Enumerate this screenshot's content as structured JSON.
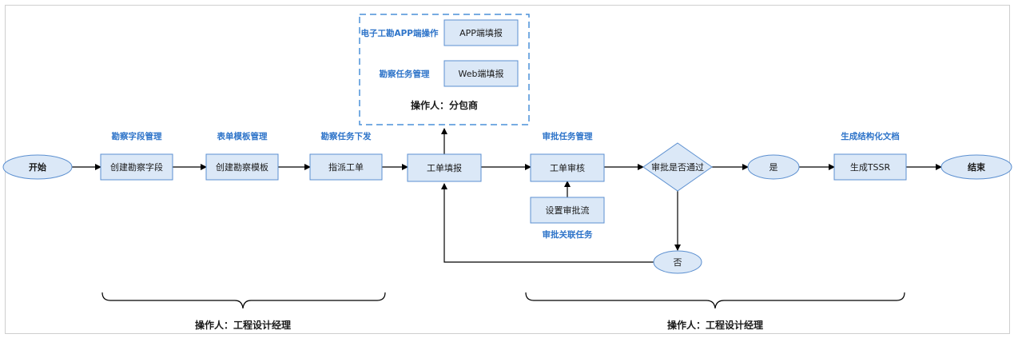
{
  "nodes": {
    "start": "开始",
    "create_field": "创建勘察字段",
    "create_template": "创建勘察模板",
    "assign_order": "指派工单",
    "fill_order": "工单填报",
    "review_order": "工单审核",
    "set_approval_flow": "设置审批流",
    "approval_decision": "审批是否通过",
    "yes": "是",
    "no": "否",
    "generate_tssr": "生成TSSR",
    "end": "结束",
    "app_fill": "APP端填报",
    "web_fill": "Web端填报"
  },
  "labels": {
    "field_mgmt": "勘察字段管理",
    "template_mgmt": "表单模板管理",
    "task_dispatch": "勘察任务下发",
    "approval_task_mgmt": "审批任务管理",
    "generate_doc": "生成结构化文档",
    "approval_related_task": "审批关联任务",
    "app_operation": "电子工勘APP端操作",
    "survey_task_mgmt": "勘察任务管理"
  },
  "operators": {
    "subcontractor": "操作人：分包商",
    "left_group": "操作人：工程设计经理",
    "right_group": "操作人：工程设计经理"
  }
}
